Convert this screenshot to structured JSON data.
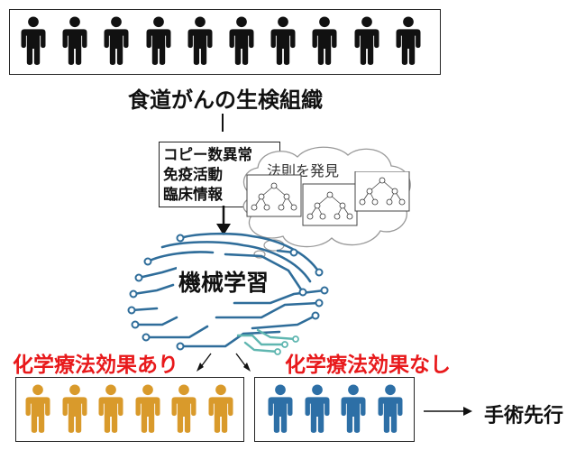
{
  "top_group": {
    "count": 10,
    "color": "#111111"
  },
  "tissue_label": "食道がんの生検組織",
  "inputs": [
    "コピー数異常",
    "免疫活動",
    "臨床情報"
  ],
  "cloud_label": "法則を発見",
  "ml_label": "機械学習",
  "effect_yes": {
    "label": "化学療法効果あり",
    "count": 6,
    "color": "#d99a2b"
  },
  "effect_no": {
    "label": "化学療法効果なし",
    "count": 4,
    "color": "#2d6fa6"
  },
  "surgery_label": "手術先行",
  "colors": {
    "accent_red": "#e8191b",
    "circuit_blue": "#2f6d9a",
    "circuit_teal": "#5fb6b0"
  }
}
